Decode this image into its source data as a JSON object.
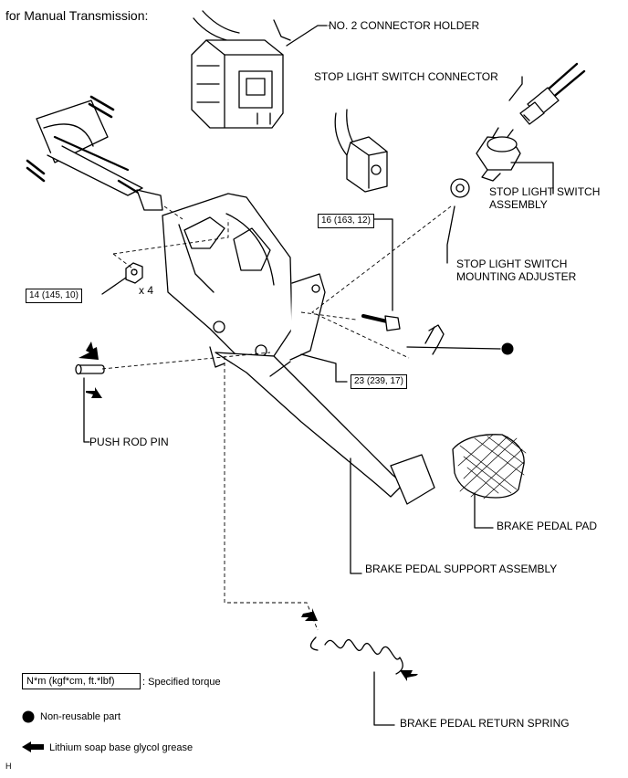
{
  "header": {
    "title": "for Manual Transmission:"
  },
  "labels": {
    "connector_holder": "NO. 2 CONNECTOR HOLDER",
    "stop_light_connector": "STOP LIGHT SWITCH CONNECTOR",
    "stop_light_switch_line1": "STOP LIGHT SWITCH",
    "stop_light_switch_line2": "ASSEMBLY",
    "mounting_adjuster_line1": "STOP LIGHT SWITCH",
    "mounting_adjuster_line2": "MOUNTING ADJUSTER",
    "push_rod_pin": "PUSH ROD PIN",
    "brake_pedal_pad": "BRAKE PEDAL PAD",
    "brake_pedal_support": "BRAKE PEDAL SUPPORT ASSEMBLY",
    "brake_pedal_return_spring": "BRAKE PEDAL RETURN SPRING",
    "quantity": "x 4"
  },
  "torques": {
    "nut": "14 (145, 10)",
    "bolt": "16 (163, 12)",
    "pivot": "23 (239, 17)"
  },
  "legend": {
    "torque_box": "N*m (kgf*cm, ft.*lbf)",
    "torque_desc": ": Specified torque",
    "non_reusable": "Non-reusable part",
    "grease": "Lithium soap base glycol grease"
  },
  "footer": {
    "code": "H"
  }
}
